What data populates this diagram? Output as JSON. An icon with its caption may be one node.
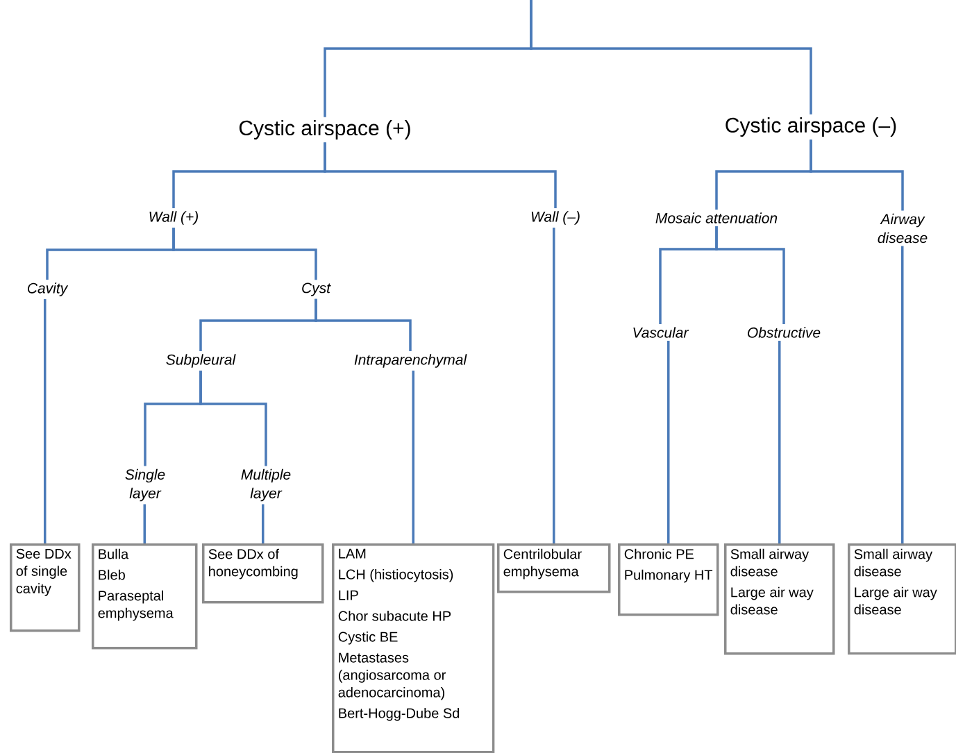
{
  "diagram": {
    "nodes": [
      {
        "text": [
          "Cystic airspace (+)"
        ]
      },
      {
        "text": [
          "Cystic airspace (–)"
        ]
      },
      {
        "text": [
          "Wall (+)"
        ]
      },
      {
        "text": [
          "Wall (–)"
        ]
      },
      {
        "text": [
          "Mosaic attenuation"
        ]
      },
      {
        "text": [
          "Airway disease"
        ]
      },
      {
        "text": [
          "Cavity"
        ]
      },
      {
        "text": [
          "Cyst"
        ]
      },
      {
        "text": [
          "Vascular"
        ]
      },
      {
        "text": [
          "Obstructive"
        ]
      },
      {
        "text": [
          "Subpleural"
        ]
      },
      {
        "text": [
          "Intraparenchymal"
        ]
      },
      {
        "text": [
          "Single layer"
        ]
      },
      {
        "text": [
          "Multiple layer"
        ]
      },
      {
        "text": [
          "See DDx of single cavity"
        ]
      },
      {
        "text": [
          "Bulla",
          "Bleb",
          "Paraseptal emphysema"
        ]
      },
      {
        "text": [
          "See DDx of honeycombing"
        ]
      },
      {
        "text": [
          "LAM",
          "LCH (histiocytosis)",
          "LIP",
          "Chor subacute HP",
          "Cystic BE",
          "Metastases (angiosarcoma or adenocarcinoma)",
          "Bert-Hogg-Dube Sd"
        ]
      },
      {
        "text": [
          "Centrilobular emphysema"
        ]
      },
      {
        "text": [
          "Chronic PE",
          "Pulmonary HT"
        ]
      },
      {
        "text": [
          "Small airway disease",
          "Large air way disease"
        ]
      },
      {
        "text": [
          "Small airway disease",
          "Large air way disease"
        ]
      }
    ],
    "edges": [
      {
        "from": null,
        "to": 0,
        "arrow": "none"
      },
      {
        "from": null,
        "to": 1,
        "arrow": "none"
      },
      {
        "from": 0,
        "to": 2,
        "arrow": "none"
      },
      {
        "from": 0,
        "to": 3,
        "arrow": "none"
      },
      {
        "from": 1,
        "to": 4,
        "arrow": "none"
      },
      {
        "from": 1,
        "to": 5,
        "arrow": "none"
      },
      {
        "from": 2,
        "to": 6,
        "arrow": "none"
      },
      {
        "from": 2,
        "to": 7,
        "arrow": "none"
      },
      {
        "from": 4,
        "to": 8,
        "arrow": "none"
      },
      {
        "from": 4,
        "to": 9,
        "arrow": "none"
      },
      {
        "from": 7,
        "to": 10,
        "arrow": "none"
      },
      {
        "from": 7,
        "to": 11,
        "arrow": "none"
      },
      {
        "from": 10,
        "to": 12,
        "arrow": "none"
      },
      {
        "from": 10,
        "to": 13,
        "arrow": "none"
      },
      {
        "from": 6,
        "to": 14,
        "arrow": "none"
      },
      {
        "from": 12,
        "to": 15,
        "arrow": "none"
      },
      {
        "from": 13,
        "to": 16,
        "arrow": "none"
      },
      {
        "from": 11,
        "to": 17,
        "arrow": "none"
      },
      {
        "from": 3,
        "to": 18,
        "arrow": "none"
      },
      {
        "from": 8,
        "to": 19,
        "arrow": "none"
      },
      {
        "from": 9,
        "to": 20,
        "arrow": "none"
      },
      {
        "from": 5,
        "to": 21,
        "arrow": "none"
      }
    ]
  }
}
